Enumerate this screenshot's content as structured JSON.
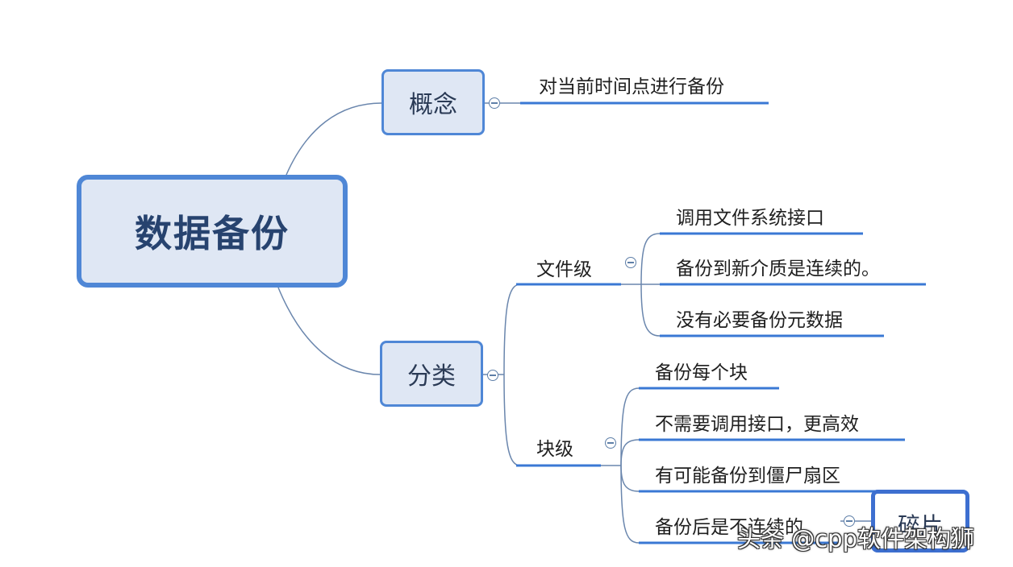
{
  "root": {
    "label": "数据备份"
  },
  "branches": {
    "concept": {
      "label": "概念",
      "children": [
        "对当前时间点进行备份"
      ]
    },
    "category": {
      "label": "分类",
      "file_level": {
        "label": "文件级",
        "children": [
          "调用文件系统接口",
          "备份到新介质是连续的。",
          "没有必要备份元数据"
        ]
      },
      "block_level": {
        "label": "块级",
        "children": [
          "备份每个块",
          "不需要调用接口，更高效",
          "有可能备份到僵尸扇区",
          "备份后是不连续的"
        ],
        "sub_node": "碎片"
      }
    }
  },
  "watermark": "头条 @cpp软件架构狮",
  "colors": {
    "node_fill": "#dfe7f4",
    "node_border": "#4f87d6",
    "underline": "#3a78d4",
    "connector": "#6a86ad"
  }
}
